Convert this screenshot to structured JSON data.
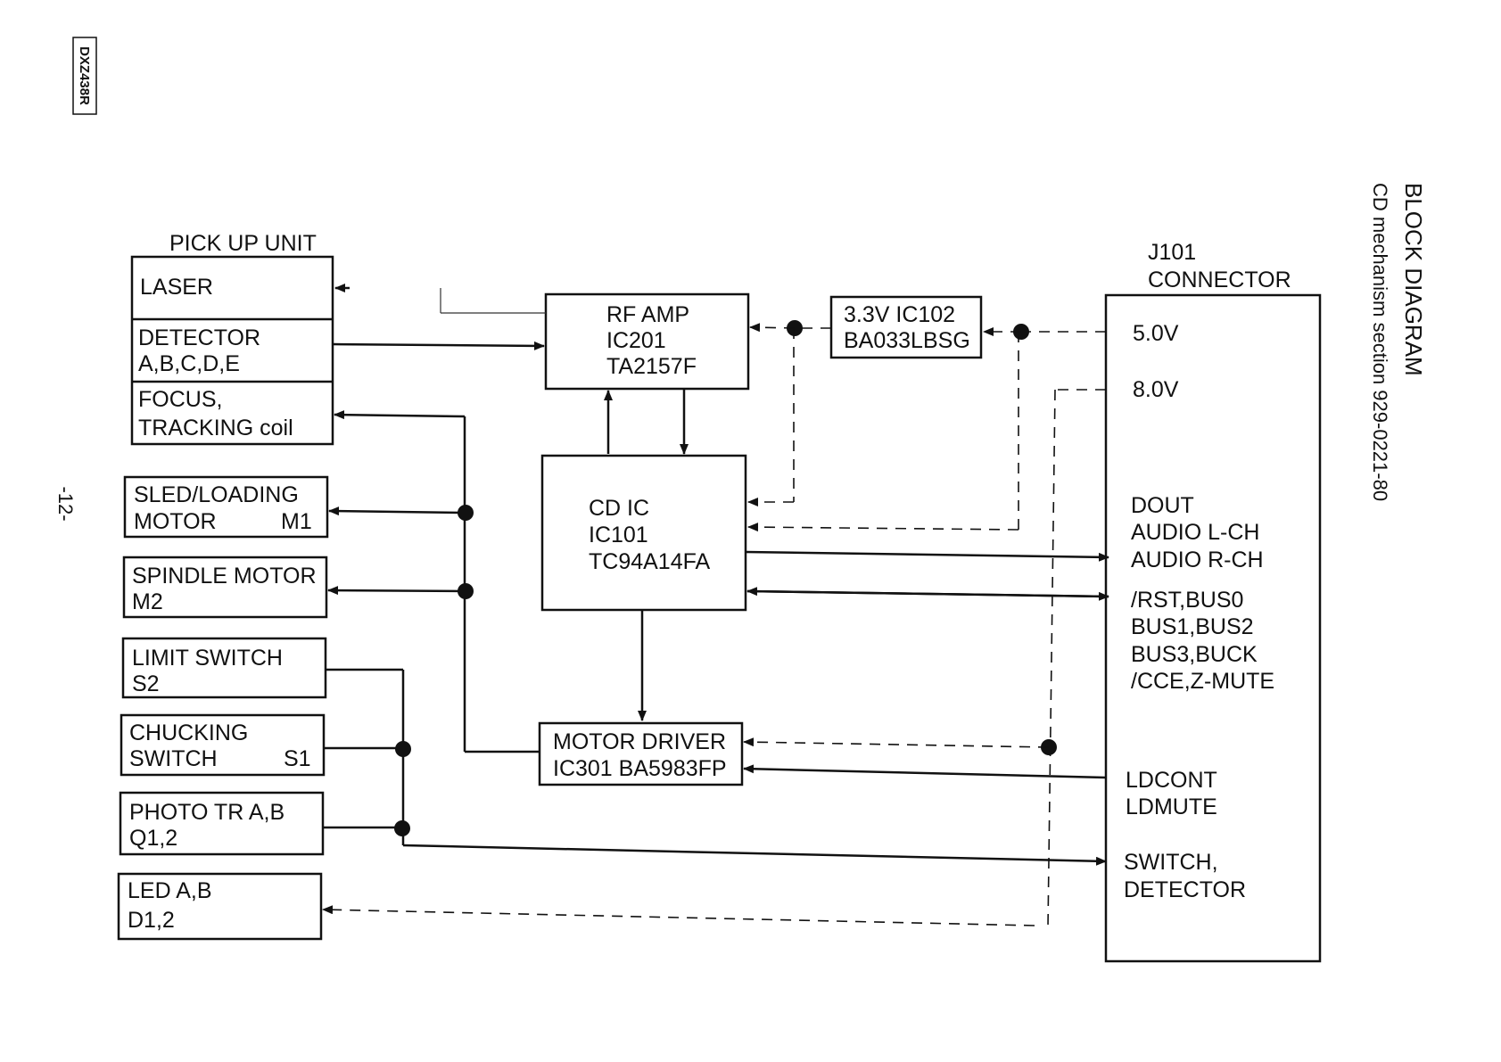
{
  "model_code": "DXZ438R",
  "page_number": "-12-",
  "title": "BLOCK DIAGRAM",
  "subtitle": "CD mechanism section  929-0221-80",
  "pickup_unit": {
    "label": "PICK UP UNIT",
    "laser": "LASER",
    "detector": [
      "DETECTOR",
      "A,B,C,D,E"
    ],
    "focus": [
      "FOCUS,",
      "TRACKING coil"
    ]
  },
  "left_blocks": [
    {
      "lines": [
        "SLED/LOADING",
        "MOTOR"
      ],
      "ref": "M1"
    },
    {
      "lines": [
        "SPINDLE MOTOR",
        "M2"
      ]
    },
    {
      "lines": [
        "LIMIT SWITCH",
        "S2"
      ]
    },
    {
      "lines": [
        "CHUCKING",
        "SWITCH"
      ],
      "ref": "S1"
    },
    {
      "lines": [
        "PHOTO TR A,B",
        "Q1,2"
      ]
    },
    {
      "lines": [
        "LED A,B",
        "D1,2"
      ]
    }
  ],
  "rf_amp": [
    "RF AMP",
    "IC201",
    "TA2157F"
  ],
  "regulator": [
    "3.3V  IC102",
    "BA033LBSG"
  ],
  "cd_ic": [
    "CD IC",
    "IC101",
    "TC94A14FA"
  ],
  "motor_driver": [
    "MOTOR DRIVER",
    "IC301  BA5983FP"
  ],
  "connector": {
    "title": [
      "J101",
      "CONNECTOR"
    ],
    "v5": "5.0V",
    "v8": "8.0V",
    "audio": [
      "DOUT",
      "AUDIO L-CH",
      "AUDIO R-CH"
    ],
    "bus": [
      "/RST,BUS0",
      "BUS1,BUS2",
      "BUS3,BUCK",
      "/CCE,Z-MUTE"
    ],
    "ld": [
      "LDCONT",
      "LDMUTE"
    ],
    "switch": [
      "SWITCH,",
      "DETECTOR"
    ]
  }
}
